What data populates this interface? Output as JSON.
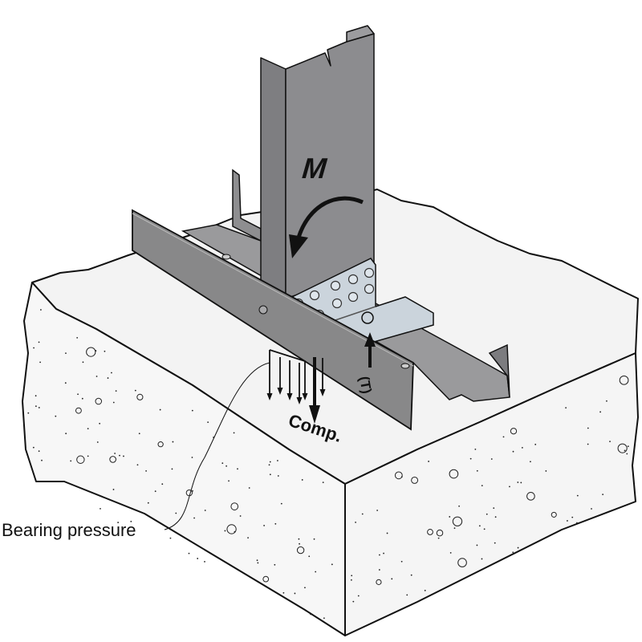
{
  "labels": {
    "moment": "M",
    "tension": "(T)",
    "compression": "Comp.",
    "bearing_pressure": "Bearing pressure"
  },
  "colors": {
    "steel": "#8a8a8c",
    "steel_dark": "#6f6f72",
    "steel_light": "#a3a3a6",
    "clip": "#c9d3dc",
    "concrete": "#f1f1f1",
    "outline": "#111111"
  }
}
